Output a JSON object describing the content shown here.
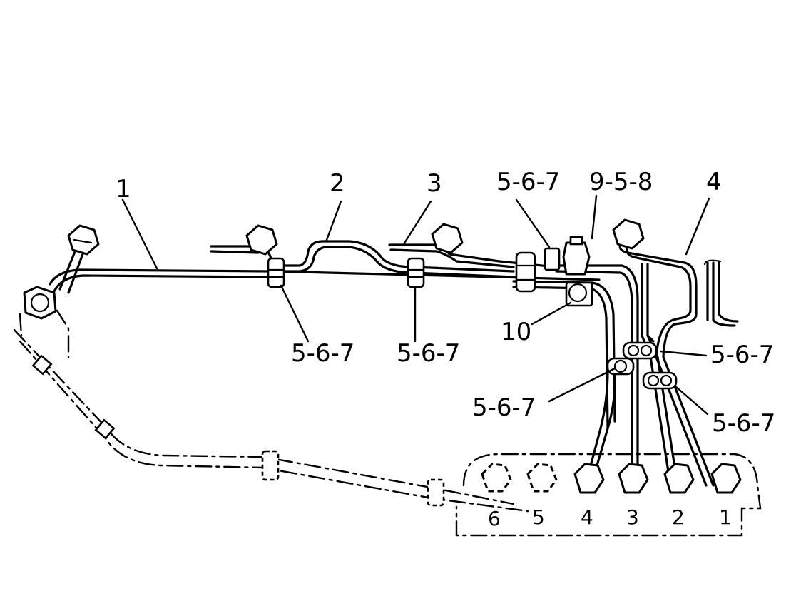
{
  "callouts": {
    "line_1": "1",
    "line_2": "2",
    "line_3": "3",
    "line_4": "4",
    "clamp_top": "5-6-7",
    "bracket_top": "9-5-8",
    "clamp_under_2": "5-6-7",
    "clamp_under_3": "5-6-7",
    "bolt_10": "10",
    "clamp_right_upper": "5-6-7",
    "clamp_right_lower": "5-6-7",
    "clamp_mid": "5-6-7"
  },
  "outlets": {
    "o6": "6",
    "o5": "5",
    "o4": "4",
    "o3": "3",
    "o2": "2",
    "o1": "1"
  }
}
